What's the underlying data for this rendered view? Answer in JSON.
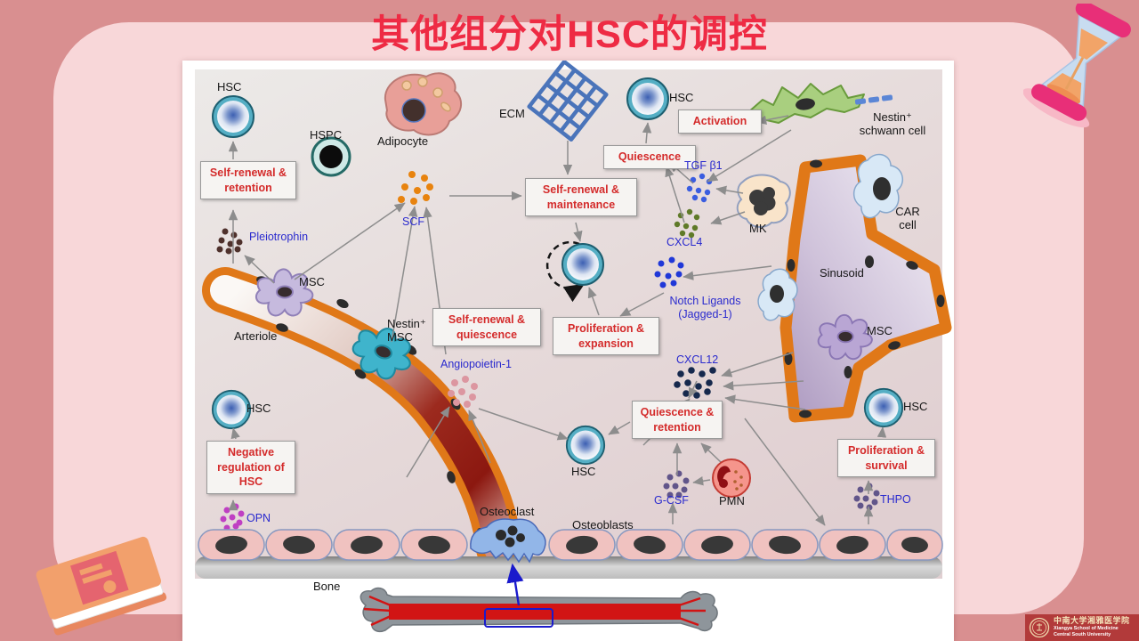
{
  "slide": {
    "title": "其他组分对HSC的调控"
  },
  "logo": {
    "cn": "中南大学湘雅医学院",
    "en_line1": "Xiangya School of Medicine",
    "en_line2": "Central South University"
  },
  "diagram": {
    "cells": {
      "hsc": "HSC",
      "hspc": "HSPC",
      "adipocyte": "Adipocyte",
      "ecm": "ECM",
      "nestin_schwann_1": "Nestin⁺",
      "nestin_schwann_2": "schwann cell",
      "car_1": "CAR",
      "car_2": "cell",
      "mk": "MK",
      "sinusoid": "Sinusoid",
      "msc": "MSC",
      "arteriole": "Arteriole",
      "nestin_msc_1": "Nestin⁺",
      "nestin_msc_2": "MSC",
      "osteoclast": "Osteoclast",
      "osteoblasts": "Osteoblasts",
      "bone": "Bone",
      "pmn": "PMN"
    },
    "factors": {
      "pleiotrophin": "Pleiotrophin",
      "scf": "SCF",
      "tgf_b1": "TGF β1",
      "cxcl4": "CXCL4",
      "notch_1": "Notch Ligands",
      "notch_2": "(Jagged-1)",
      "cxcl12": "CXCL12",
      "angiopoietin": "Angiopoietin-1",
      "opn": "OPN",
      "gcsf": "G-CSF",
      "thpo": "THPO"
    },
    "processes": {
      "self_renewal_retention": "Self-renewal & retention",
      "activation": "Activation",
      "quiescence": "Quiescence",
      "self_renewal_maintenance": "Self-renewal & maintenance",
      "self_renewal_quiescence": "Self-renewal & quiescence",
      "proliferation_expansion": "Proliferation & expansion",
      "quiescence_retention": "Quiescence & retention",
      "negative_regulation": "Negative regulation of HSC",
      "proliferation_survival": "Proliferation & survival"
    },
    "colors": {
      "accent_red": "#d42b2b",
      "factor_blue": "#2a2ace",
      "vessel_orange": "#e07818",
      "bg_outer": "#d98f90",
      "bg_panel": "#f8d7d9"
    }
  }
}
